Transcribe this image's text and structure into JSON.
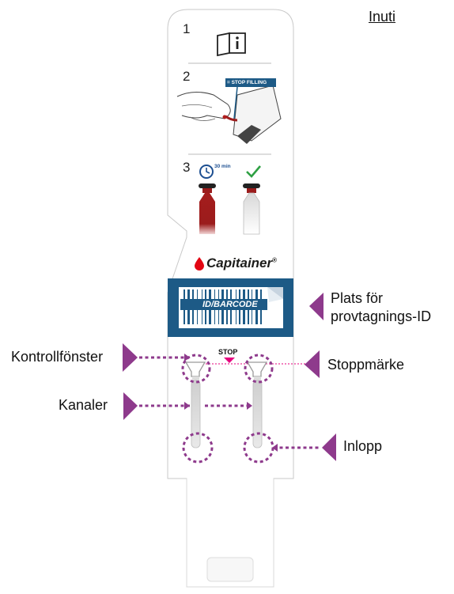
{
  "title": "Inuti",
  "steps": [
    "1",
    "2",
    "3"
  ],
  "step2_callout": "= STOP FILLING",
  "step3_timer": "30 min",
  "brand": "Capitainer",
  "brand_mark": "®",
  "barcode_label": "ID/BARCODE",
  "stop_marker": "STOP",
  "labels": {
    "id_place_line1": "Plats för",
    "id_place_line2": "provtagnings-ID",
    "control_window": "Kontrollfönster",
    "stop_mark": "Stoppmärke",
    "channels": "Kanaler",
    "inlet": "Inlopp"
  },
  "colors": {
    "accent_purple": "#8e3a8c",
    "banner_blue": "#1d5a86",
    "blood_red": "#9b1c1c",
    "stop_pink": "#e6007e",
    "check_green": "#2ea043"
  },
  "icons": [
    "info-book-icon",
    "clock-icon",
    "checkmark-icon"
  ]
}
